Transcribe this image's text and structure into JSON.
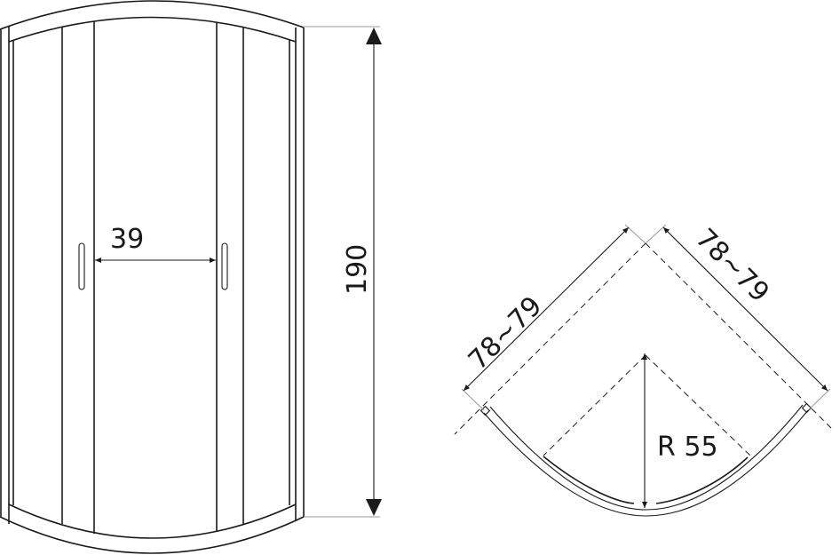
{
  "front_view": {
    "door_width_label": "39",
    "height_label": "190"
  },
  "plan_view": {
    "left_side_label": "78~79",
    "right_side_label": "78~79",
    "radius_label": "R 55"
  },
  "colors": {
    "line": "#1a1a1a",
    "extension_line": "#9a9a9a",
    "background": "#ffffff"
  }
}
